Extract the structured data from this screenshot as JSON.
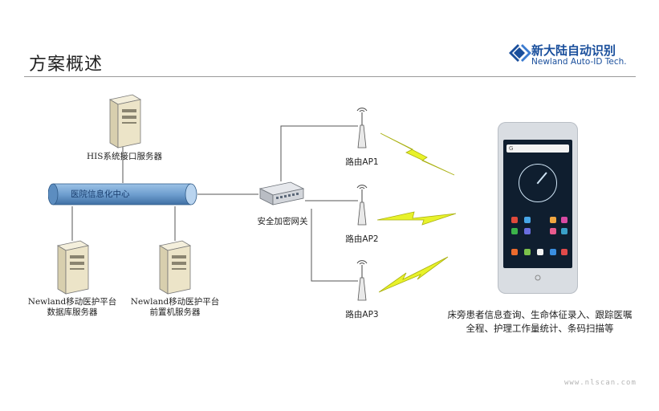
{
  "slide": {
    "title": "方案概述",
    "footer_url": "www.nlscan.com"
  },
  "logo": {
    "name_cn": "新大陆自动识别",
    "name_en": "Newland Auto-ID Tech."
  },
  "diagram": {
    "his_server": "HIS系统接口服务器",
    "hospital_center": "医院信息化中心",
    "db_server_line1": "Newland移动医护平台",
    "db_server_line2": "数据库服务器",
    "front_server_line1": "Newland移动医护平台",
    "front_server_line2": "前置机服务器",
    "gateway": "安全加密网关",
    "ap1": "路由AP1",
    "ap2": "路由AP2",
    "ap3": "路由AP3",
    "description": "床旁患者信息查询、生命体征录入、跟踪医嘱全程、护理工作量统计、条码扫描等"
  },
  "colors": {
    "brand": "#1a4f9c",
    "pipe": "#6f9fd0",
    "bolt": "#e8f22a"
  }
}
